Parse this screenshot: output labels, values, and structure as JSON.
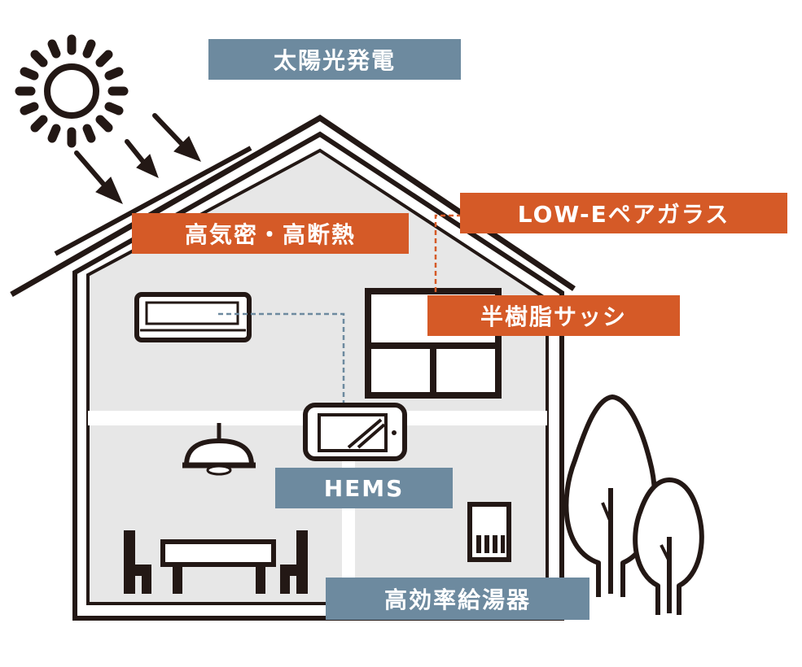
{
  "colors": {
    "line": "#231815",
    "wall": "#e7e7e7",
    "label_blue": "#6d8a9f",
    "label_orange": "#d55a27",
    "background": "#ffffff"
  },
  "labels": {
    "solar": "太陽光発電",
    "insulation": "高気密・高断熱",
    "glass": "LOW-Eペアガラス",
    "sash": "半樹脂サッシ",
    "hems": "HEMS",
    "water_heater": "高効率給湯器"
  },
  "icons": [
    "sun-icon",
    "sun-ray-arrow-icon",
    "air-conditioner-icon",
    "window-icon",
    "hems-monitor-icon",
    "ceiling-lamp-icon",
    "dining-table-icon",
    "water-heater-icon",
    "tree-icon"
  ]
}
